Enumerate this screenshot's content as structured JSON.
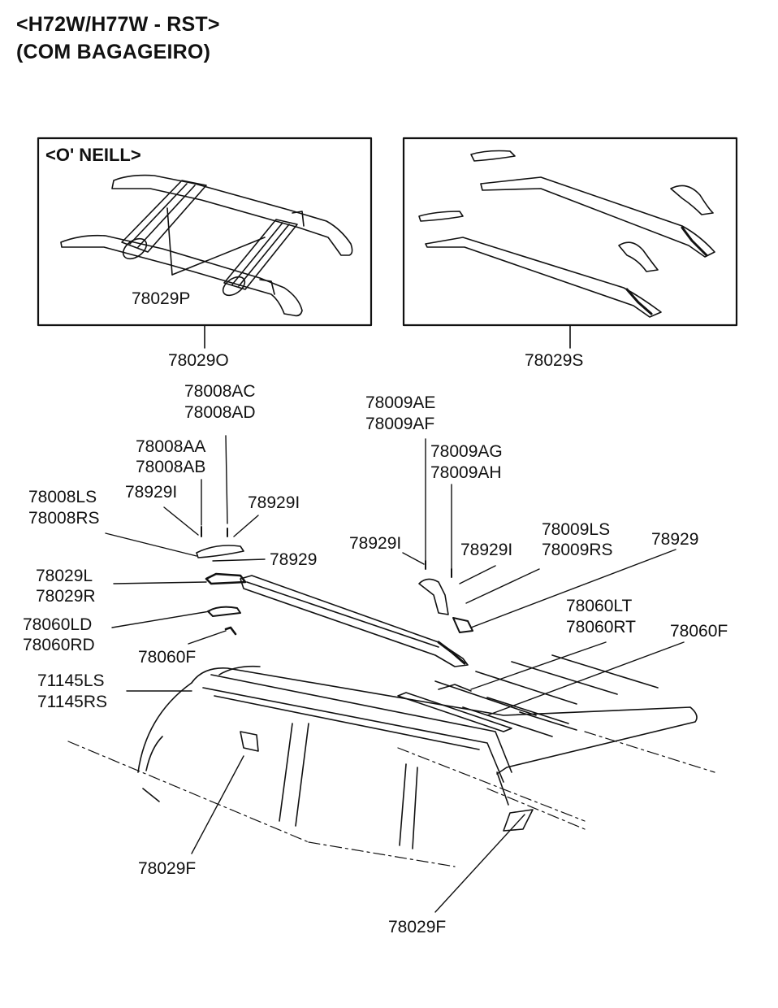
{
  "header": {
    "line1": "<H72W/H77W - RST>",
    "line2": "(COM BAGAGEIRO)"
  },
  "inset_left": {
    "title": "<O' NEILL>",
    "part": "78029P",
    "callout": "78029O"
  },
  "inset_right": {
    "callout": "78029S"
  },
  "labels": {
    "l78008AC": "78008AC",
    "l78008AD": "78008AD",
    "l78008AA": "78008AA",
    "l78008AB": "78008AB",
    "l78008LS": "78008LS",
    "l78008RS": "78008RS",
    "l78929I_a": "78929I",
    "l78929I_b": "78929I",
    "l78929_a": "78929",
    "l78029L": "78029L",
    "l78029R": "78029R",
    "l78060LD": "78060LD",
    "l78060RD": "78060RD",
    "l78060F_a": "78060F",
    "l71145LS": "71145LS",
    "l71145RS": "71145RS",
    "l78009AE": "78009AE",
    "l78009AF": "78009AF",
    "l78009AG": "78009AG",
    "l78009AH": "78009AH",
    "l78929I_c": "78929I",
    "l78929I_d": "78929I",
    "l78009LS": "78009LS",
    "l78009RS": "78009RS",
    "l78929_b": "78929",
    "l78060LT": "78060LT",
    "l78060RT": "78060RT",
    "l78060F_b": "78060F",
    "l78029F_a": "78029F",
    "l78029F_b": "78029F"
  }
}
